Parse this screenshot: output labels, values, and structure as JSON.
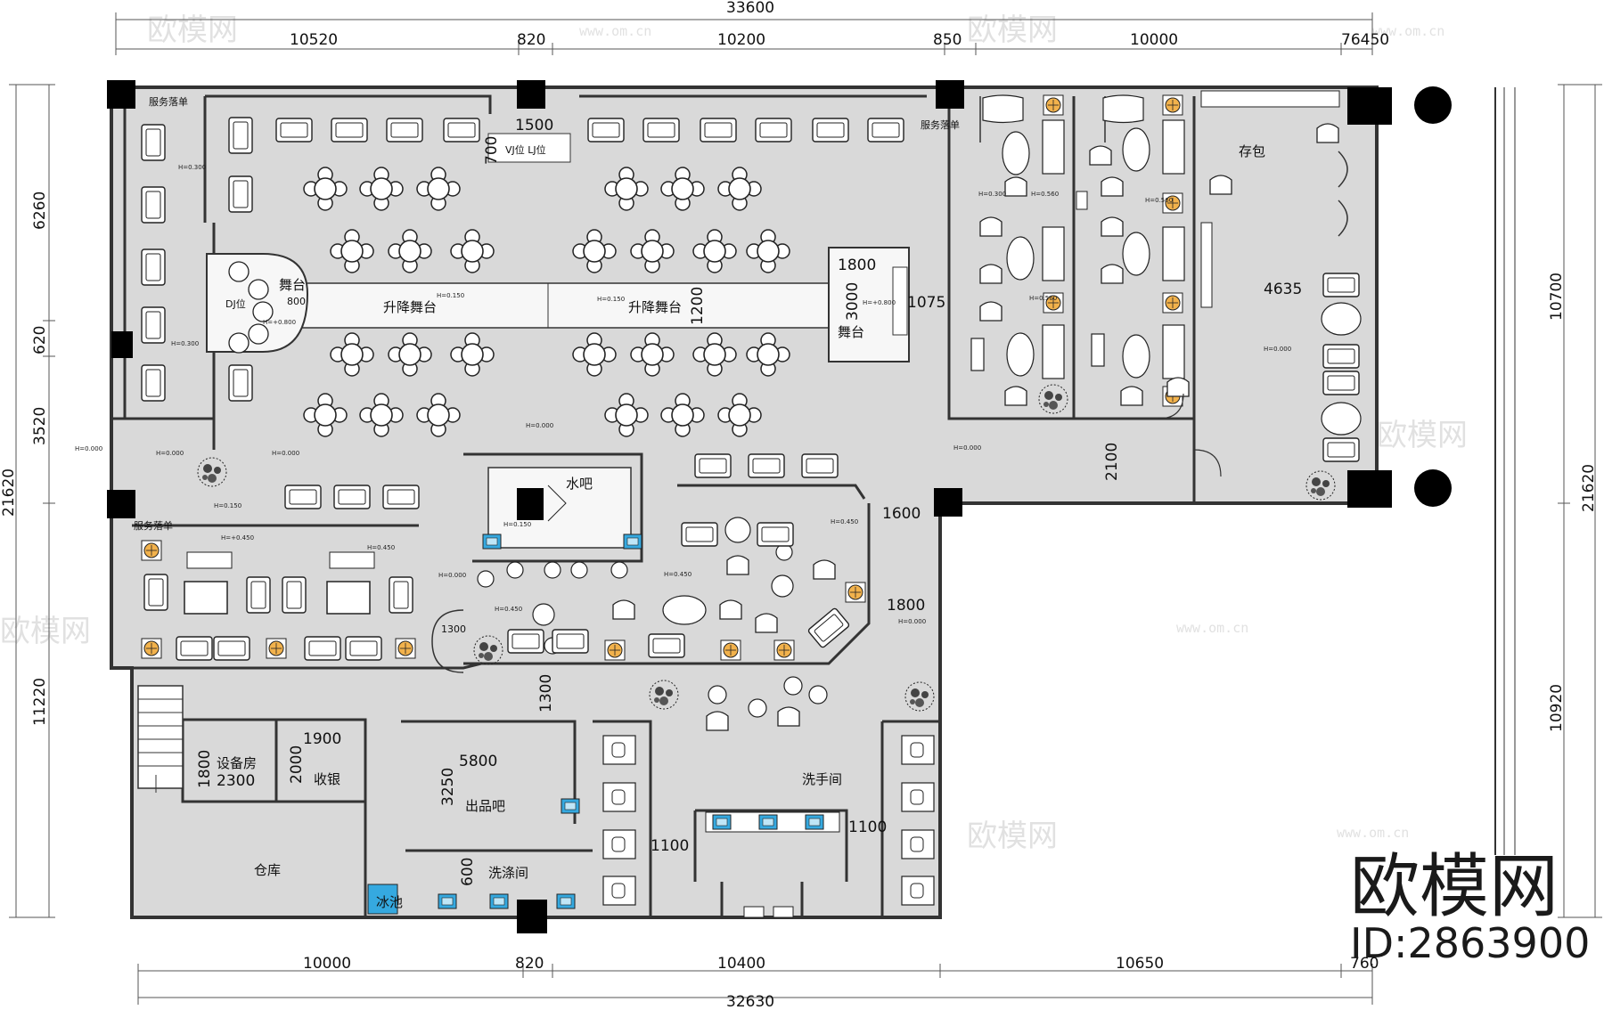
{
  "dimensions": {
    "top_total": "33600",
    "top": [
      "10520",
      "820",
      "10200",
      "850",
      "10000",
      "76450"
    ],
    "bottom_total": "32630",
    "bottom": [
      "10000",
      "820",
      "10400",
      "10650",
      "760"
    ],
    "left": [
      "6260",
      "620",
      "3520",
      "11220"
    ],
    "left_total": "21620",
    "right_total": "21620",
    "right": [
      "10700",
      "10920"
    ]
  },
  "inner_dimensions": {
    "d1500": "1500",
    "d700": "700",
    "d1200": "1200",
    "d1800a": "1800",
    "d3000": "3000",
    "d1075": "1075",
    "d4635": "4635",
    "d2100": "2100",
    "d1600": "1600",
    "d1800b": "1800",
    "d1300a": "1300",
    "d1300b": "1300",
    "d1900": "1900",
    "d1800c": "1800",
    "d2000": "2000",
    "d2300": "2300",
    "d5800": "5800",
    "d3250": "3250",
    "d1100a": "1100",
    "d1100b": "1100",
    "d600": "600",
    "d800": "800"
  },
  "labels": {
    "service_tl": "服务落单",
    "service_tr": "服务落单",
    "service_l": "服务落单",
    "vj": "VJ位 LJ位",
    "dj": "DJ位",
    "stage_small": "舞台",
    "lift_stage_1": "升降舞台",
    "lift_stage_2": "升降舞台",
    "stage": "舞台",
    "bag": "存包",
    "water_bar": "水吧",
    "equipment": "设备房",
    "cashier": "收银",
    "pickup_bar": "出品吧",
    "washroom": "洗手间",
    "warehouse": "仓库",
    "washing": "洗涤间",
    "ice_pool": "冰池"
  },
  "levels": {
    "l1": "H=0.300",
    "l2": "H=+0.800",
    "l3": "H=0.150",
    "l4": "H=0.150",
    "l5": "H=+0.800",
    "l6": "H=0.300",
    "l7": "H=0.560",
    "l8": "H=0.560",
    "l9": "H=0.000",
    "l10": "H=0.000",
    "l11": "H=0.000",
    "l12": "H=0.000",
    "l13": "H=0.150",
    "l14": "H=+0.450",
    "l15": "H=0.450",
    "l16": "H=0.150",
    "l17": "H=0.000",
    "l18": "H=0.450",
    "l19": "H=0.450",
    "l20": "H=0.450",
    "l21": "H=0.000",
    "l22": "H=0.300",
    "l23": "H=0.000",
    "l24": "H=0.000",
    "l25": "H=0.560"
  },
  "watermark": {
    "text": "欧模网",
    "url": "www.om.cn",
    "brand": "欧模网",
    "id": "ID:2863900"
  },
  "colors": {
    "floor": "#d9d9d9",
    "wall": "#333333",
    "column": "#000000",
    "light": "#f2b24c",
    "sink": "#35a9e0"
  }
}
